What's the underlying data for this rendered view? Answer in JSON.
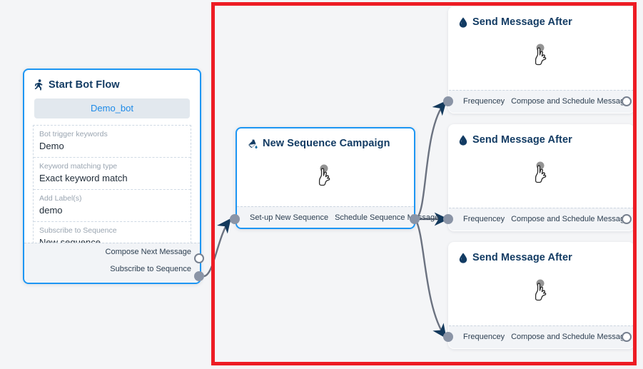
{
  "canvas": {
    "background_color": "#f4f5f7",
    "selection_color": "#ed1c24",
    "accent_color": "#1d96f3",
    "port_color": "#8a94a6",
    "edge_color": "#6b7280",
    "title_color": "#123b63"
  },
  "nodes": {
    "start_bot_flow": {
      "title": "Start Bot Flow",
      "icon": "running-person-icon",
      "bot_pill": "Demo_bot",
      "fields": [
        {
          "label": "Bot trigger keywords",
          "value": "Demo"
        },
        {
          "label": "Keyword matching type",
          "value": "Exact keyword match"
        },
        {
          "label": "Add Label(s)",
          "value": "demo"
        },
        {
          "label": "Subscribe to Sequence",
          "value": "New sequence"
        }
      ],
      "ports": [
        {
          "label": "Compose Next Message",
          "style": "hollow"
        },
        {
          "label": "Subscribe to Sequence",
          "style": "filled"
        }
      ]
    },
    "new_sequence_campaign": {
      "title": "New Sequence Campaign",
      "icon": "paint-pour-icon",
      "cursor_icon": "pointing-hand-cursor",
      "footer_labels": [
        "Set-up New Sequence",
        "Schedule Sequence Message"
      ],
      "in_port_style": "filled",
      "out_port_style": "filled"
    },
    "send_message_after_cards": [
      {
        "title": "Send Message After",
        "icon": "water-drop-icon",
        "cursor_icon": "pointing-hand-cursor",
        "left_label": "Frequencey",
        "right_label": "Compose and Schedule Message",
        "in_port_style": "filled",
        "out_port_style": "hollow"
      },
      {
        "title": "Send Message After",
        "icon": "water-drop-icon",
        "cursor_icon": "pointing-hand-cursor",
        "left_label": "Frequencey",
        "right_label": "Compose and Schedule Message",
        "in_port_style": "filled",
        "out_port_style": "hollow"
      },
      {
        "title": "Send Message After",
        "icon": "water-drop-icon",
        "cursor_icon": "pointing-hand-cursor",
        "left_label": "Frequencey",
        "right_label": "Compose and Schedule Message",
        "in_port_style": "filled",
        "out_port_style": "hollow"
      }
    ]
  }
}
